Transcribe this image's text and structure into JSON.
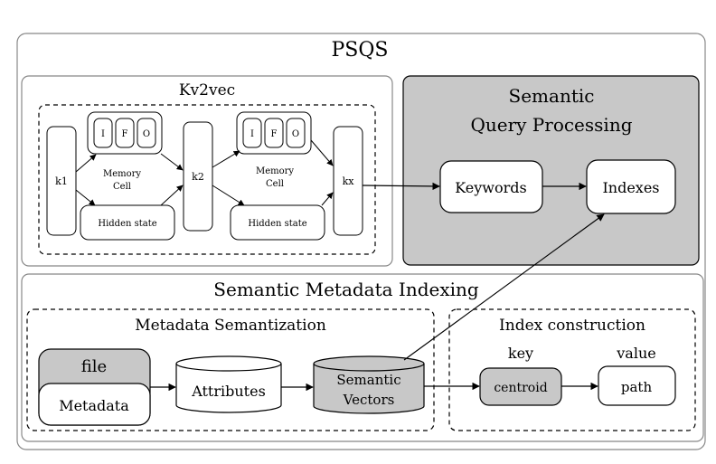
{
  "title": "PSQS",
  "kv2vec": {
    "title": "Kv2vec",
    "gates": [
      "I",
      "F",
      "O"
    ],
    "memory_cell": [
      "Memory",
      "Cell"
    ],
    "hidden_state": "Hidden state",
    "k1": "k1",
    "k2": "k2",
    "kx": "kx"
  },
  "sqp": {
    "title_line1": "Semantic",
    "title_line2": "Query Processing",
    "keywords": "Keywords",
    "indexes": "Indexes"
  },
  "smi": {
    "title": "Semantic Metadata Indexing",
    "semantization": {
      "title": "Metadata Semantization",
      "file": "file",
      "metadata": "Metadata",
      "attributes": "Attributes",
      "semantic_line1": "Semantic",
      "semantic_line2": "Vectors"
    },
    "index_construction": {
      "title": "Index construction",
      "key": "key",
      "value": "value",
      "centroid": "centroid",
      "path": "path"
    }
  },
  "colors": {
    "gray_fill": "#c8c8c8",
    "stroke": "#000000",
    "outer_stroke": "#888888"
  }
}
